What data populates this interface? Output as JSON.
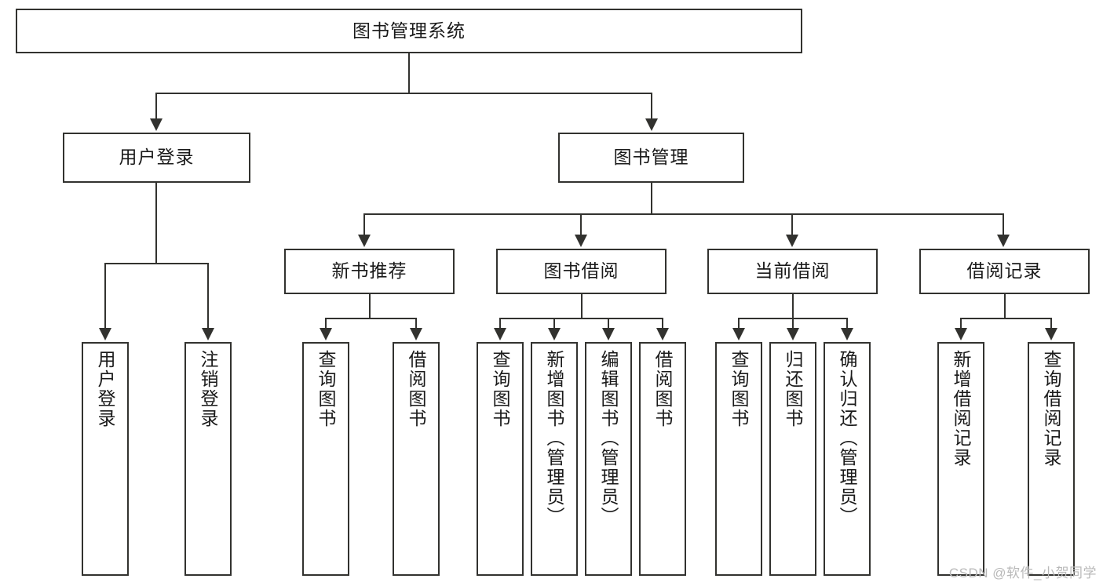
{
  "diagram": {
    "title": "图书管理系统",
    "type": "tree-hierarchy-chart",
    "root": {
      "label": "图书管理系统"
    },
    "level2": [
      {
        "label": "用户登录"
      },
      {
        "label": "图书管理"
      }
    ],
    "level3": [
      {
        "label": "新书推荐"
      },
      {
        "label": "图书借阅"
      },
      {
        "label": "当前借阅"
      },
      {
        "label": "借阅记录"
      }
    ],
    "leaves": {
      "user_login": [
        {
          "label": "用户登录"
        },
        {
          "label": "注销登录"
        }
      ],
      "new_book_recommend": [
        {
          "label": "查询图书"
        },
        {
          "label": "借阅图书"
        }
      ],
      "book_borrow": [
        {
          "label": "查询图书"
        },
        {
          "label": "新增图书（管理员）"
        },
        {
          "label": "编辑图书（管理员）"
        },
        {
          "label": "借阅图书"
        }
      ],
      "current_borrow": [
        {
          "label": "查询图书"
        },
        {
          "label": "归还图书"
        },
        {
          "label": "确认归还（管理员）"
        }
      ],
      "borrow_record": [
        {
          "label": "新增借阅记录"
        },
        {
          "label": "查询借阅记录"
        }
      ]
    }
  },
  "watermark": {
    "text": "CSDN @软件_小贺同学"
  },
  "colors": {
    "stroke": "#32322f",
    "fill": "#ffffff",
    "text": "#1a1a1a",
    "watermark": "#b9b9b9"
  }
}
